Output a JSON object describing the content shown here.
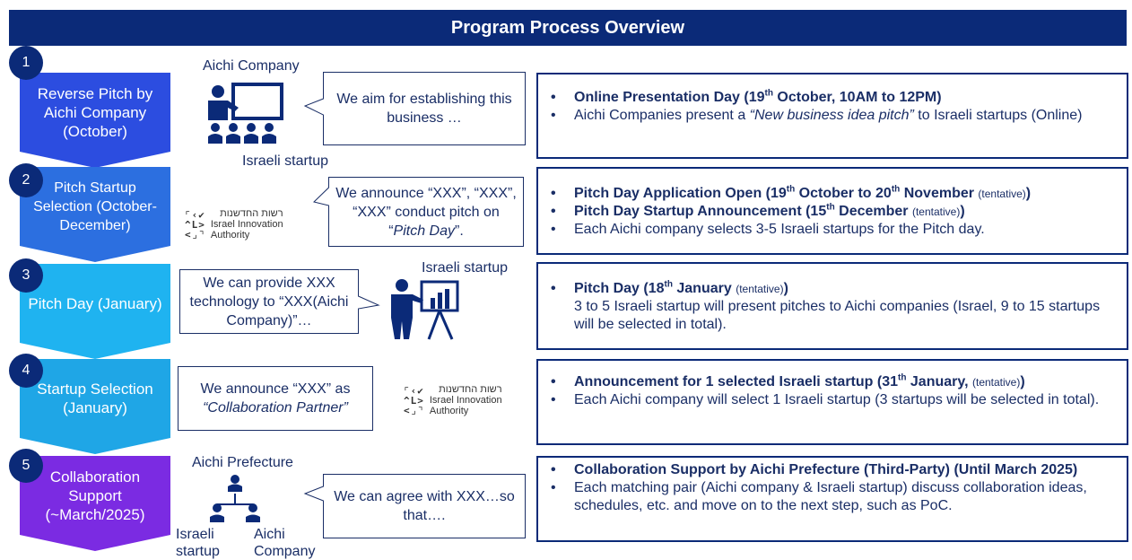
{
  "title": "Program Process Overview",
  "colors": {
    "navy": "#0b2a78",
    "step1": "#2c4de0",
    "step2": "#2c6fe0",
    "step3": "#1fb3f0",
    "step4": "#1fa6e6",
    "step5": "#7b2be2"
  },
  "steps": [
    {
      "number": "1",
      "label": "Reverse Pitch by Aichi Company (October)",
      "top_caption": "Aichi Company",
      "bottom_caption": "Israeli startup",
      "icon": "presentation-audience-icon",
      "bubble": "We aim for establishing this business …",
      "details": {
        "bold": "Online Presentation Day (19",
        "sup": "th",
        "bold_tail": " October, 10AM to 12PM)",
        "line2_pre": "Aichi Companies present a ",
        "line2_ital": "“New business idea pitch”",
        "line2_post": " to Israeli startups (Online)"
      }
    },
    {
      "number": "2",
      "label": "Pitch Startup Selection (October-December)",
      "authority": {
        "hebrew": "רשות החדשנות",
        "name1": "Israel Innovation",
        "name2": "Authority"
      },
      "bubble_pre": "We announce “XXX”, “XXX”, “XXX” conduct pitch on “",
      "bubble_ital": "Pitch Day",
      "bubble_post": "”.",
      "details": {
        "l1_bold": "Pitch Day Application Open (19",
        "l1_sup": "th",
        "l1_mid": " October to 20",
        "l1_sup2": "th",
        "l1_tail": " November",
        "l1_tent": "(tentative)",
        "l1_close": ")",
        "l2_bold": "Pitch Day Startup Announcement (15",
        "l2_sup": "th",
        "l2_tail": " December",
        "l2_tent": "(tentative)",
        "l2_close": ")",
        "l3": "Each Aichi company selects 3-5 Israeli startups for the Pitch day."
      }
    },
    {
      "number": "3",
      "label": "Pitch Day (January)",
      "caption": "Israeli startup",
      "icon": "presenter-chart-icon",
      "bubble": "We can provide XXX technology to “XXX(Aichi Company)”…",
      "details": {
        "l1_bold": "Pitch Day (18",
        "l1_sup": "th",
        "l1_tail": " January",
        "l1_tent": "(tentative)",
        "l1_close": ")",
        "l2": "3 to 5 Israeli startup will present pitches to Aichi companies (Israel, 9 to 15 startups will be selected in total)."
      }
    },
    {
      "number": "4",
      "label": "Startup Selection (January)",
      "bubble_l1": "We announce “XXX” as",
      "bubble_ital": "“Collaboration Partner”",
      "authority": {
        "hebrew": "רשות החדשנות",
        "name1": "Israel Innovation",
        "name2": "Authority"
      },
      "details": {
        "l1_bold": "Announcement for 1 selected Israeli startup (31",
        "l1_sup": "th",
        "l1_tail": " January,",
        "l1_tent": "(tentative)",
        "l1_close": ")",
        "l2": "Each Aichi company will select 1 Israeli startup (3 startups will be selected in total)."
      }
    },
    {
      "number": "5",
      "label": "Collaboration Support (~March/2025)",
      "top_caption": "Aichi Prefecture",
      "left_caption": "Israeli startup",
      "right_caption": "Aichi Company",
      "icon": "organization-hierarchy-icon",
      "bubble": "We can agree with XXX…so that….",
      "details": {
        "l1_bold": "Collaboration Support by Aichi Prefecture (Third-Party) (Until March 2025)",
        "l2": "Each matching pair (Aichi company & Israeli startup) discuss collaboration ideas, schedules, etc. and move on to the next step, such as PoC."
      }
    }
  ]
}
